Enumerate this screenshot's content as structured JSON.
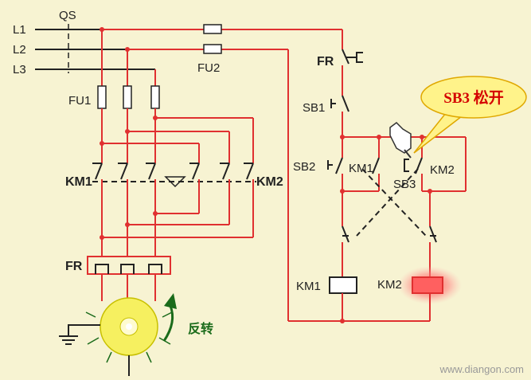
{
  "lines": {
    "l1": "L1",
    "l2": "L2",
    "l3": "L3"
  },
  "labels": {
    "qs": "QS",
    "fu1": "FU1",
    "fu2": "FU2",
    "km1_main": "KM1",
    "km2_main": "KM2",
    "fr_main": "FR",
    "fr_ctrl": "FR",
    "sb1": "SB1",
    "sb2": "SB2",
    "km1_aux": "KM1",
    "sb3": "SB3",
    "km2_aux": "KM2",
    "km1_coil": "KM1",
    "km2_coil": "KM2"
  },
  "callout": {
    "text": "SB3 松开"
  },
  "motor": {
    "direction_label": "反转"
  },
  "watermark": "www.diangon.com",
  "colors": {
    "wire": "#e03030",
    "background": "#f7f3d2",
    "callout_fill": "#fff38a",
    "callout_border": "#e0a800",
    "motor": "#f6f060",
    "coil_active": "#ff6060"
  },
  "icons": [
    "hand-pointer-icon",
    "ground-icon",
    "rotation-arrow-icon"
  ]
}
